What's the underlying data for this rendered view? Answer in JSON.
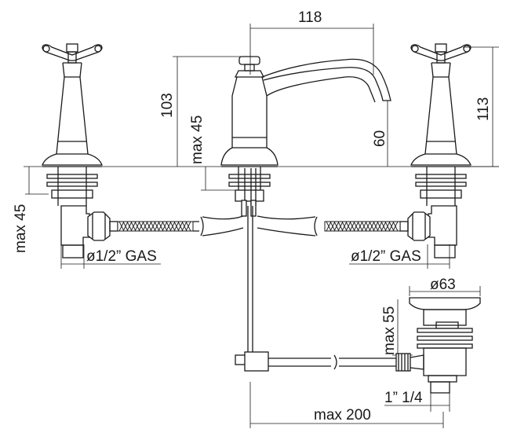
{
  "dimensions": {
    "spout_reach": "118",
    "spout_height": "103",
    "handle_height": "113",
    "spout_outlet_height": "60",
    "spout_shank_max": "max 45",
    "valve_shank_max": "max 45",
    "left_connection": "ø1/2” GAS",
    "right_connection": "ø1/2” GAS",
    "waste_diameter": "ø63",
    "waste_max_height": "max 55",
    "waste_thread": "1” 1/4",
    "pop_up_max_length": "max 200"
  }
}
